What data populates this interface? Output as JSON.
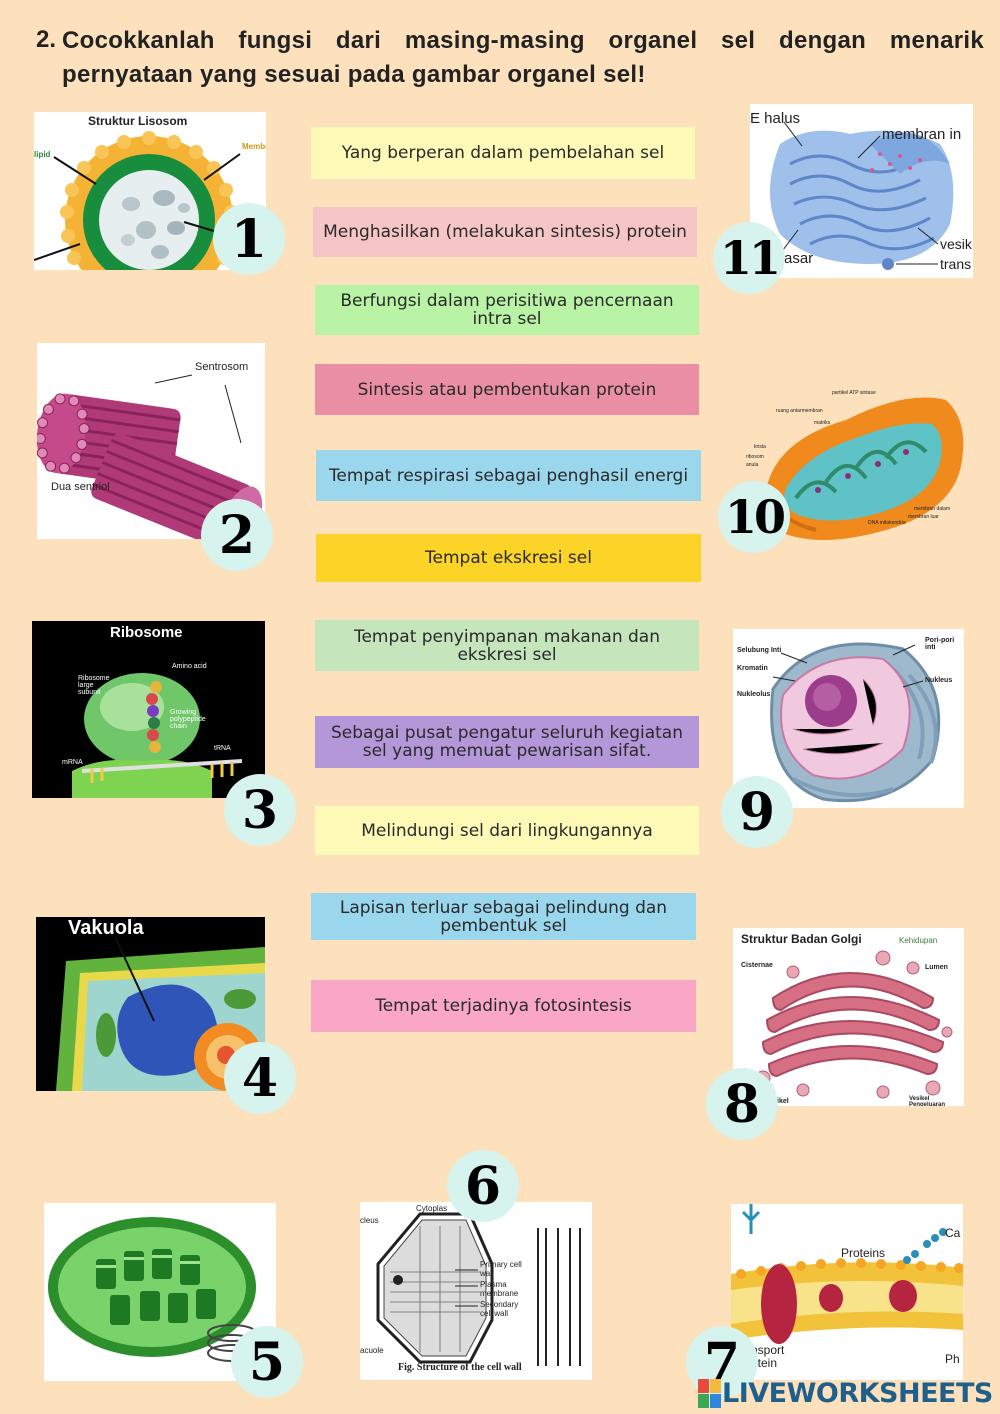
{
  "question": {
    "number": "2.",
    "text": "Cocokkanlah fungsi dari masing-masing organel sel dengan menarik pernyataan yang sesuai pada gambar organel sel!"
  },
  "statements": [
    {
      "text": "Yang berperan dalam pembelahan sel",
      "color": "#fdfab8"
    },
    {
      "text": "Menghasilkan (melakukan sintesis) protein",
      "color": "#f6c5c7"
    },
    {
      "text": "Berfungsi dalam perisitiwa pencernaan intra sel",
      "color": "#b9f3a6"
    },
    {
      "text": "Sintesis atau pembentukan protein",
      "color": "#ea8fa3"
    },
    {
      "text": "Tempat respirasi sebagai penghasil energi",
      "color": "#9ad6ec"
    },
    {
      "text": "Tempat ekskresi sel",
      "color": "#fcd327"
    },
    {
      "text": "Tempat penyimpanan makanan dan ekskresi sel",
      "color": "#c5e5bd"
    },
    {
      "text": "Sebagai pusat pengatur seluruh kegiatan sel yang memuat pewarisan sifat.",
      "color": "#b497d8"
    },
    {
      "text": "Melindungi sel dari lingkungannya",
      "color": "#fdfab8"
    },
    {
      "text": "Lapisan terluar sebagai pelindung dan pembentuk sel",
      "color": "#9ad6ec"
    },
    {
      "text": "Tempat terjadinya fotosintesis",
      "color": "#f9a7c4"
    }
  ],
  "badges": [
    "1",
    "2",
    "3",
    "4",
    "5",
    "6",
    "7",
    "8",
    "9",
    "10",
    "11"
  ],
  "images": {
    "lisosom": {
      "title": "Struktur Lisosom",
      "label_left": "lipid",
      "label_right": "Membran"
    },
    "sentriol": {
      "top_label": "Sentrosom",
      "bottom_label": "Dua sentriol"
    },
    "ribosome": {
      "title": "Ribosome",
      "amino": "Amino acid",
      "large": "Ribosome large subunit",
      "growing": "Growing polypeptide chain",
      "trna": "tRNA",
      "mrna": "mRNA"
    },
    "vakuola": {
      "title": "Vakuola"
    },
    "cellwall": {
      "caption": "Fig. Structure of the cell wall",
      "nucleus": "cleus",
      "cytoplasm": "Cytoplas",
      "primary": "Primary cell wall",
      "plasma": "Plasma membrane",
      "secondary": "Secondary cell wall",
      "vacuole": "acuole"
    },
    "membrane": {
      "proteins": "Proteins",
      "transport": "nsport otein",
      "ca": "Ca",
      "ph": "Ph"
    },
    "golgi": {
      "title": "Struktur Badan Golgi",
      "brand": "Kehidupan",
      "cisternae": "Cisternae",
      "lumen": "Lumen",
      "vesikel": "ikel",
      "vesikel2": "Vesikel Pengeluaran"
    },
    "nukleus": {
      "selubung": "Selubung Inti",
      "kromatin": "Kromatin",
      "nukleolus": "Nukleolus",
      "pori": "Pori-pori inti",
      "nukleus": "Nukleus"
    },
    "mito": {
      "partikel": "partikel ATP sintase",
      "ruang": "ruang antarmembran",
      "matriks": "matriks",
      "krista": "krista",
      "ribosom": "ribosom",
      "granula": "anula",
      "membran_dalam": "membran dalam",
      "membran_luar": "membran luar",
      "dna": "DNA mitokondria"
    },
    "re": {
      "halus": "E halus",
      "membran": "membran in",
      "kasar": "asar",
      "vesikel": "vesik",
      "trans": "trans"
    }
  },
  "logo": {
    "text": "LIVEWORKSHEETS",
    "live": "LIVE"
  }
}
